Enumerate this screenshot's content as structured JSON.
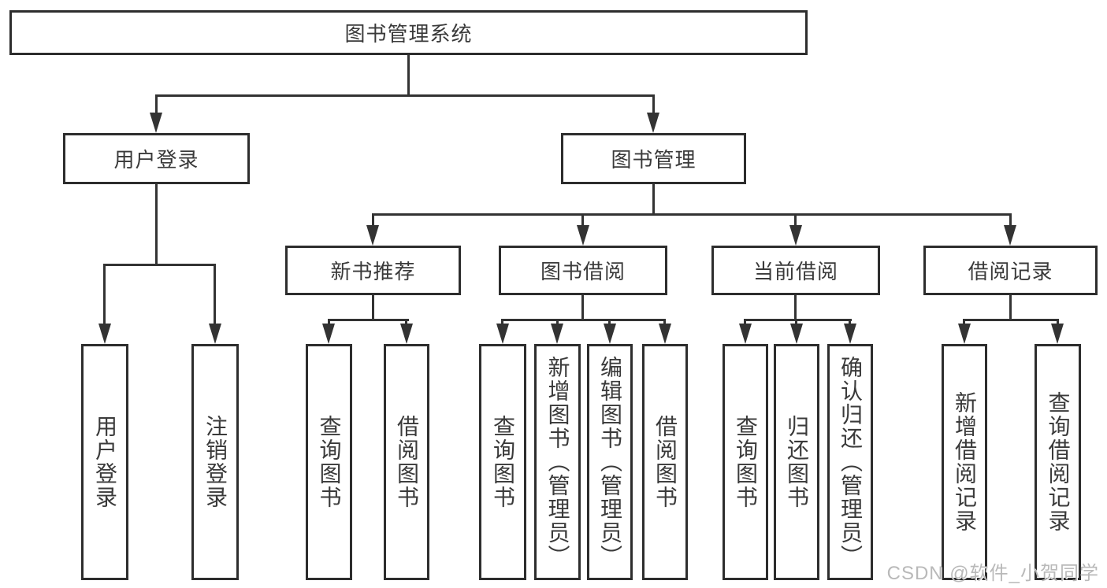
{
  "diagram": {
    "root": {
      "label": "图书管理系统"
    },
    "level2": [
      {
        "label": "用户登录"
      },
      {
        "label": "图书管理"
      }
    ],
    "level3": [
      {
        "label": "新书推荐"
      },
      {
        "label": "图书借阅"
      },
      {
        "label": "当前借阅"
      },
      {
        "label": "借阅记录"
      }
    ],
    "leaves": [
      {
        "label": "用户登录"
      },
      {
        "label": "注销登录"
      },
      {
        "label": "查询图书"
      },
      {
        "label": "借阅图书"
      },
      {
        "label": "查询图书"
      },
      {
        "label": "新增图书（管理员）"
      },
      {
        "label": "编辑图书（管理员）"
      },
      {
        "label": "借阅图书"
      },
      {
        "label": "查询图书"
      },
      {
        "label": "归还图书"
      },
      {
        "label": "确认归还（管理员）"
      },
      {
        "label": "新增借阅记录"
      },
      {
        "label": "查询借阅记录"
      }
    ],
    "watermark": "CSDN @软件_小贺同学",
    "colors": {
      "line": "#333333",
      "border": "#2d2d2d",
      "text": "#3a3a3a",
      "background": "#ffffff",
      "watermark": "#b9b9b9"
    }
  }
}
